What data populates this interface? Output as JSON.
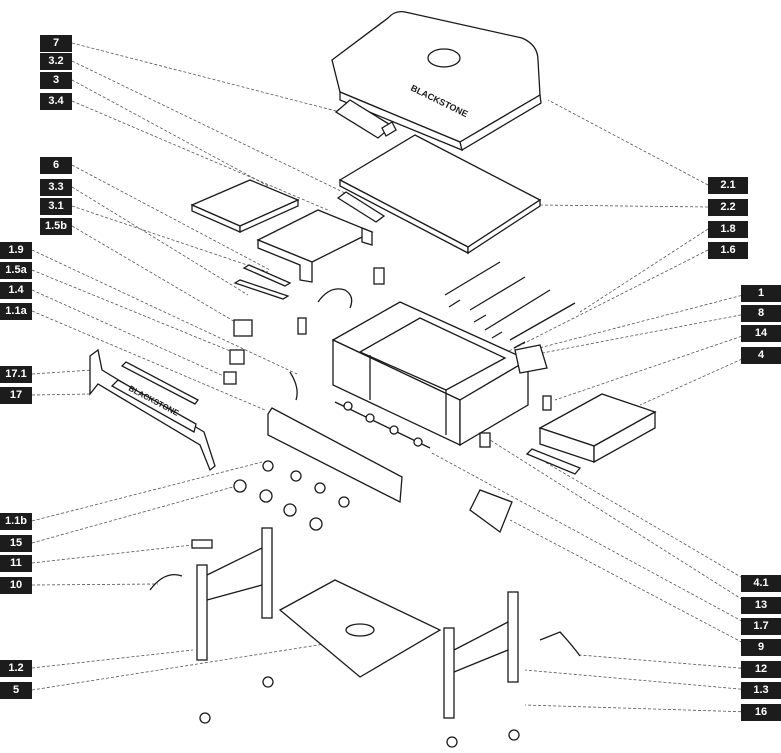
{
  "diagram": {
    "brand": "BLACKSTONE",
    "labels_left": [
      "7",
      "3.2",
      "3",
      "3.4",
      "6",
      "3.3",
      "3.1",
      "1.5b",
      "1.9",
      "1.5a",
      "1.4",
      "1.1a",
      "17.1",
      "17",
      "1.1b",
      "15",
      "11",
      "10",
      "1.2",
      "5"
    ],
    "labels_right": [
      "2.1",
      "2.2",
      "1.8",
      "1.6",
      "1",
      "8",
      "14",
      "4",
      "4.1",
      "13",
      "1.7",
      "9",
      "12",
      "1.3",
      "16"
    ]
  }
}
